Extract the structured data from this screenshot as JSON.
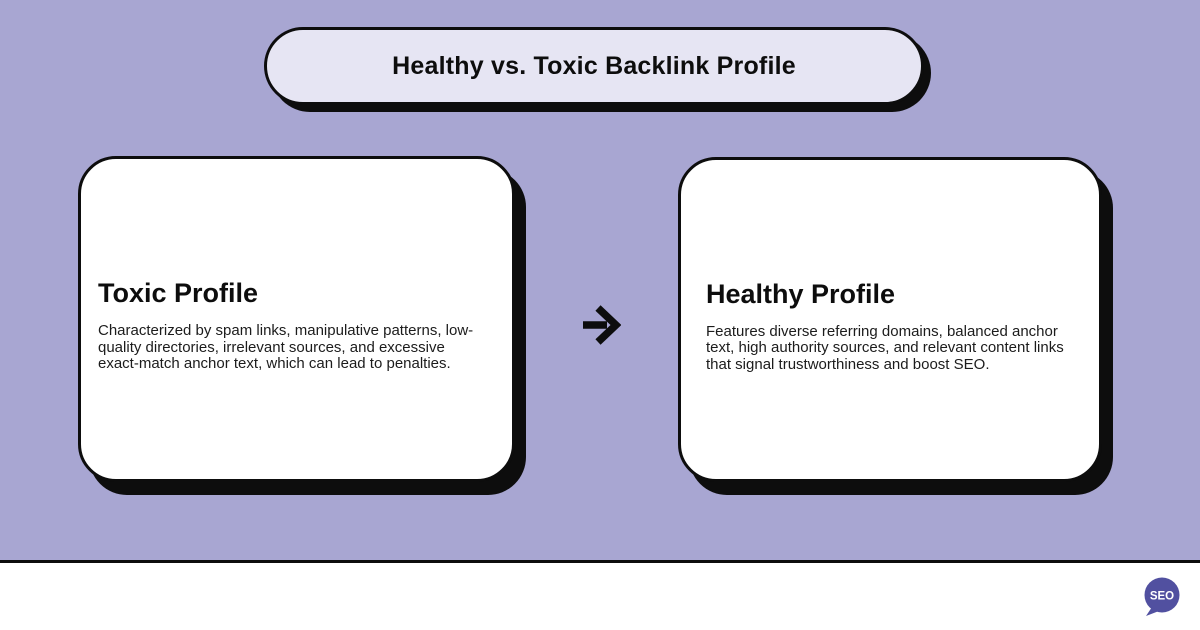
{
  "canvas": {
    "background_color": "#a8a6d2",
    "divider_color": "#0d0d0d",
    "footer_background": "#ffffff"
  },
  "banner": {
    "title": "Healthy vs. Toxic Backlink Profile",
    "background_color": "#e6e5f3",
    "border_color": "#0d0d0d"
  },
  "cards": [
    {
      "heading": "Toxic Profile",
      "description": "Characterized by spam links, manipulative patterns, low-quality directories, irrelevant sources, and excessive exact-match anchor text, which can lead to penalties."
    },
    {
      "heading": "Healthy Profile",
      "description": "Features diverse referring domains, balanced anchor text, high authority sources, and relevant content links that signal trustworthiness and boost SEO."
    }
  ],
  "arrow": {
    "icon": "right-arrow",
    "color": "#0d0d0d"
  },
  "footer": {
    "logo_text": "SEO",
    "logo_color": "#5150a0",
    "logo_text_color": "#ffffff"
  }
}
